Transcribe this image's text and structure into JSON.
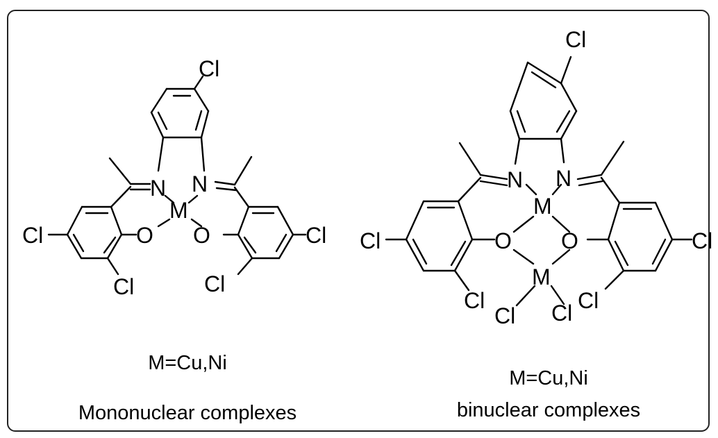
{
  "colors": {
    "line": "#000000",
    "background": "#ffffff",
    "frame": "#222222"
  },
  "labels": {
    "cl": "Cl",
    "n": "N",
    "o": "O",
    "m": "M"
  },
  "mononuclear": {
    "metal_line": "M=Cu,Ni",
    "caption": "Mononuclear complexes"
  },
  "binuclear": {
    "metal_line": "M=Cu,Ni",
    "caption": "binuclear complexes"
  }
}
